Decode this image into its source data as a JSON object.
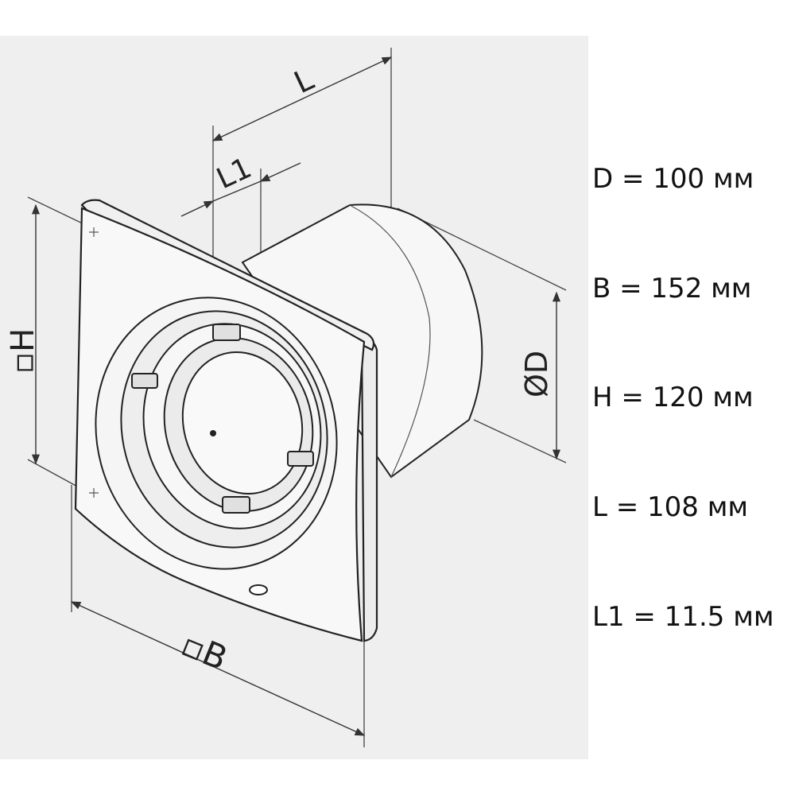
{
  "diagram": {
    "labels": {
      "L": "L",
      "L1": "L1",
      "H": "▫H",
      "B": "▫B",
      "D": "ØD"
    }
  },
  "specs": [
    {
      "text": "D = 100 мм"
    },
    {
      "text": "B = 152 мм"
    },
    {
      "text": "H = 120 мм"
    },
    {
      "text": "L = 108 мм"
    },
    {
      "text": "L1 = 11.5 мм"
    }
  ],
  "colors": {
    "panel": "#efefef",
    "line": "#222222",
    "fill": "#f7f7f7"
  }
}
